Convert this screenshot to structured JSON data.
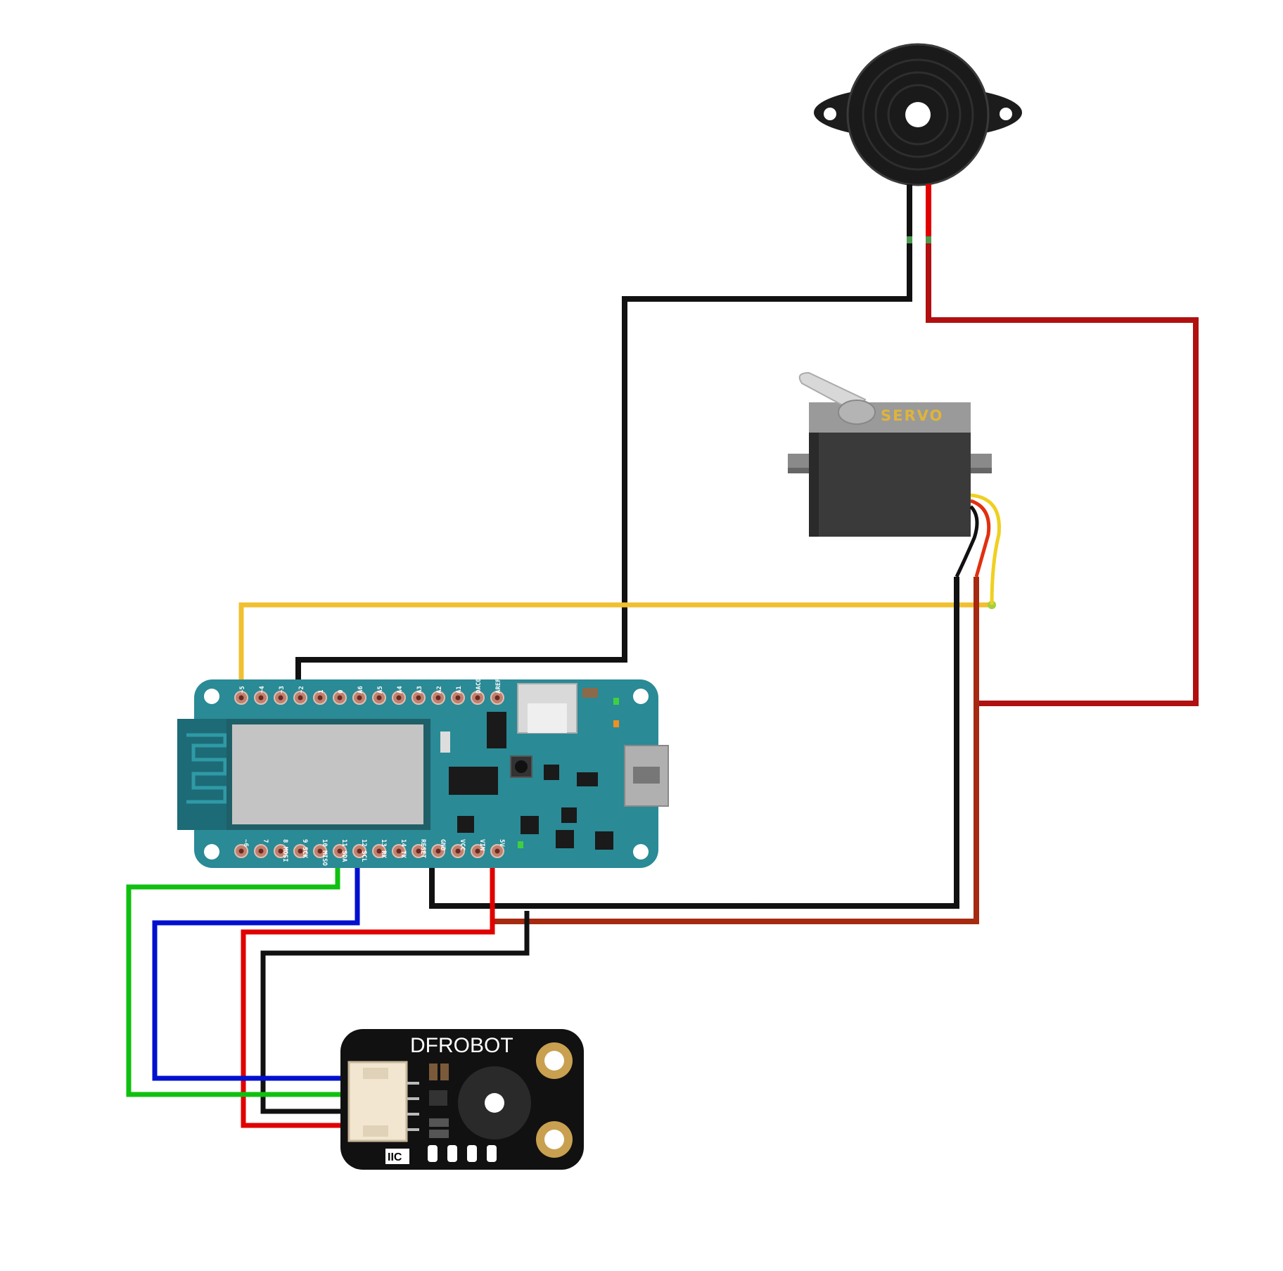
{
  "diagram": {
    "components": {
      "buzzer": {
        "name": "piezo-buzzer"
      },
      "servo": {
        "label": "SERVO"
      },
      "board": {
        "top_pins": [
          "~5",
          "~4",
          "~3",
          "~2",
          "1",
          "0",
          "A6",
          "A5",
          "A4",
          "A3",
          "A2",
          "A1",
          "DAC0 A0",
          "AREF"
        ],
        "bottom_pins": [
          "~6",
          "7",
          "8 MOSI",
          "9 SCK",
          "10 MISO",
          "11 SDA",
          "12 SCL",
          "13 RX",
          "14 TX",
          "RESET",
          "GND",
          "VCC",
          "VIN",
          "5V"
        ]
      },
      "sensor": {
        "brand": "DFROBOT",
        "interface": "IIC"
      }
    },
    "wire_colors": {
      "black": "#111111",
      "red": "#e00000",
      "dark_red": "#b01010",
      "brown_red": "#a52a10",
      "yellow": "#f0c030",
      "green": "#10c010",
      "blue": "#0010d0"
    },
    "board_color": "#2a8a96"
  }
}
